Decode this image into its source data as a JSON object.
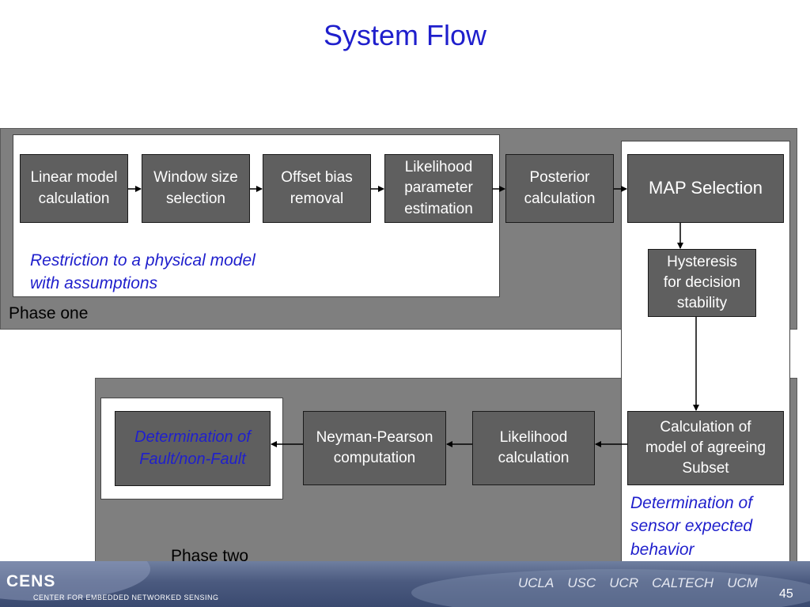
{
  "slide": {
    "title": "System Flow",
    "page_number": "45"
  },
  "phase_one": {
    "label": "Phase one",
    "note": "Restriction to a physical model\nwith assumptions",
    "boxes": [
      "Linear model\ncalculation",
      "Window size\nselection",
      "Offset bias\nremoval",
      "Likelihood\nparameter\nestimation",
      "Posterior\ncalculation"
    ]
  },
  "center_column": {
    "map_selection": "MAP Selection",
    "hysteresis": "Hysteresis\nfor decision\nstability",
    "agreeing_subset": "Calculation of\nmodel of agreeing\nSubset",
    "note": "Determination of\nsensor expected\nbehavior"
  },
  "phase_two": {
    "label": "Phase two",
    "boxes": [
      "Determination of\nFault/non-Fault",
      "Neyman-Pearson\ncomputation",
      "Likelihood\ncalculation"
    ]
  },
  "footer": {
    "logo": "CENS",
    "org": "CENTER FOR EMBEDDED NETWORKED SENSING",
    "universities": [
      "UCLA",
      "USC",
      "UCR",
      "CALTECH",
      "UCM"
    ]
  }
}
